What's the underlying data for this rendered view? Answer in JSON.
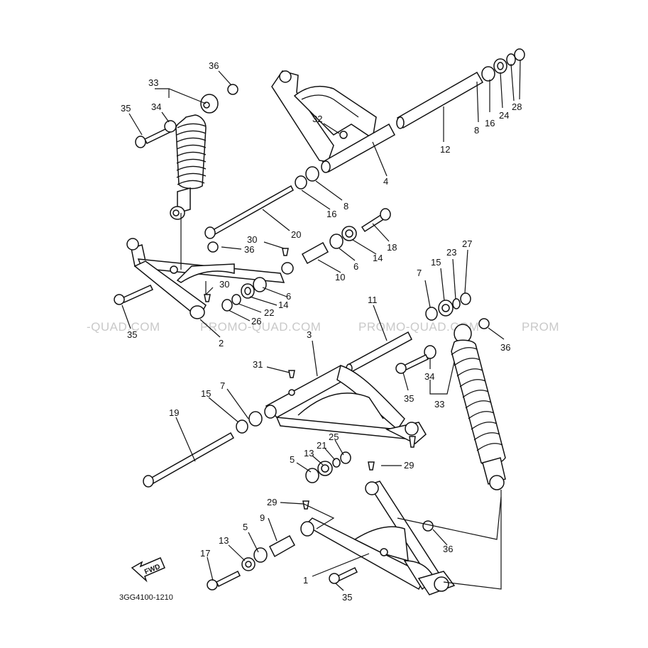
{
  "diagram_code": "3GG4100-1210",
  "fwd_label": "FWD",
  "watermark": [
    "-QUAD.COM",
    "PROMO-QUAD.COM",
    "PROMO-QUAD.COM",
    "PROM"
  ],
  "callouts": [
    {
      "id": "c1",
      "text": "1"
    },
    {
      "id": "c2",
      "text": "2"
    },
    {
      "id": "c3",
      "text": "3"
    },
    {
      "id": "c4",
      "text": "4"
    },
    {
      "id": "c5a",
      "text": "5"
    },
    {
      "id": "c5b",
      "text": "5"
    },
    {
      "id": "c6a",
      "text": "6"
    },
    {
      "id": "c6b",
      "text": "6"
    },
    {
      "id": "c7a",
      "text": "7"
    },
    {
      "id": "c7b",
      "text": "7"
    },
    {
      "id": "c8a",
      "text": "8"
    },
    {
      "id": "c8b",
      "text": "8"
    },
    {
      "id": "c9",
      "text": "9"
    },
    {
      "id": "c10",
      "text": "10"
    },
    {
      "id": "c11",
      "text": "11"
    },
    {
      "id": "c12",
      "text": "12"
    },
    {
      "id": "c13a",
      "text": "13"
    },
    {
      "id": "c13b",
      "text": "13"
    },
    {
      "id": "c14a",
      "text": "14"
    },
    {
      "id": "c14b",
      "text": "14"
    },
    {
      "id": "c15a",
      "text": "15"
    },
    {
      "id": "c15b",
      "text": "15"
    },
    {
      "id": "c16a",
      "text": "16"
    },
    {
      "id": "c16b",
      "text": "16"
    },
    {
      "id": "c17",
      "text": "17"
    },
    {
      "id": "c18",
      "text": "18"
    },
    {
      "id": "c19",
      "text": "19"
    },
    {
      "id": "c20",
      "text": "20"
    },
    {
      "id": "c21",
      "text": "21"
    },
    {
      "id": "c22",
      "text": "22"
    },
    {
      "id": "c23",
      "text": "23"
    },
    {
      "id": "c24",
      "text": "24"
    },
    {
      "id": "c25",
      "text": "25"
    },
    {
      "id": "c26",
      "text": "26"
    },
    {
      "id": "c27",
      "text": "27"
    },
    {
      "id": "c28",
      "text": "28"
    },
    {
      "id": "c29a",
      "text": "29"
    },
    {
      "id": "c29b",
      "text": "29"
    },
    {
      "id": "c30a",
      "text": "30"
    },
    {
      "id": "c30b",
      "text": "30"
    },
    {
      "id": "c31",
      "text": "31"
    },
    {
      "id": "c32",
      "text": "32"
    },
    {
      "id": "c33a",
      "text": "33"
    },
    {
      "id": "c33b",
      "text": "33"
    },
    {
      "id": "c34a",
      "text": "34"
    },
    {
      "id": "c34b",
      "text": "34"
    },
    {
      "id": "c35a",
      "text": "35"
    },
    {
      "id": "c35b",
      "text": "35"
    },
    {
      "id": "c35c",
      "text": "35"
    },
    {
      "id": "c35d",
      "text": "35"
    },
    {
      "id": "c36a",
      "text": "36"
    },
    {
      "id": "c36b",
      "text": "36"
    },
    {
      "id": "c36c",
      "text": "36"
    },
    {
      "id": "c36d",
      "text": "36"
    }
  ]
}
